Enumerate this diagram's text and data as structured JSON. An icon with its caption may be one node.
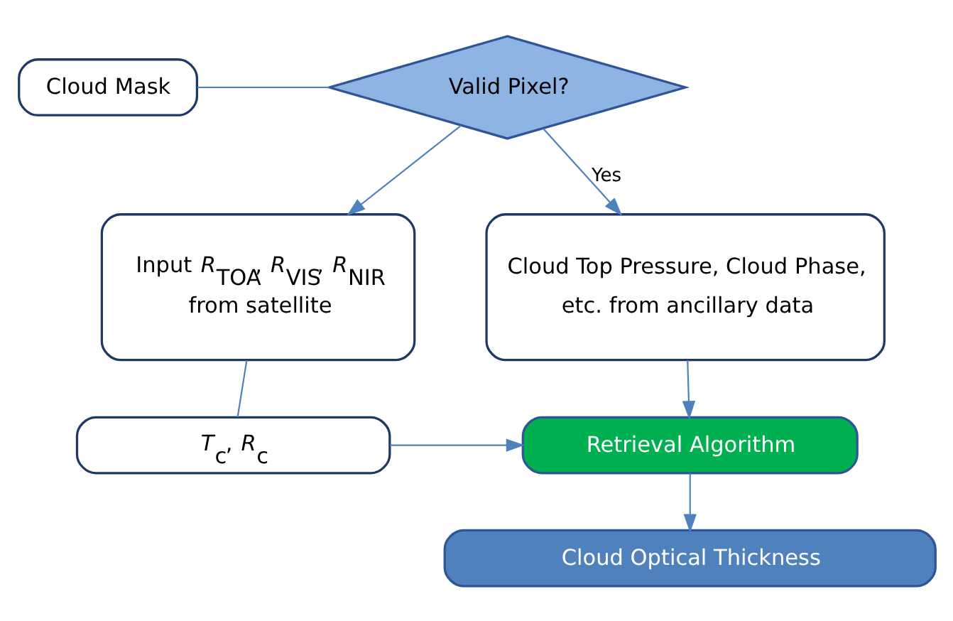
{
  "diagram": {
    "nodes": [
      {
        "text": [
          "Cloud Mask"
        ]
      },
      {
        "text": [
          "Valid Pixel?"
        ]
      },
      {
        "text": [
          "Input *R*$_{TOA}$, *R*$_{VIS}$, *R*$_{NIR}$ from satellite"
        ]
      },
      {
        "text": [
          "Cloud Top Pressure, Cloud Phase, etc. from ancillary data"
        ]
      },
      {
        "text": [
          "*T*$_{c}$, *R*$_{c}$"
        ]
      },
      {
        "text": [
          "Retrieval Algorithm"
        ]
      },
      {
        "text": [
          "Cloud Optical Thickness"
        ]
      }
    ],
    "edges": [
      {
        "from": 0,
        "to": 1,
        "arrow": "none"
      },
      {
        "from": 1,
        "to": 2,
        "arrow": "to"
      },
      {
        "from": 1,
        "to": 3,
        "arrow": "to",
        "label": "Yes"
      },
      {
        "from": 2,
        "to": 4,
        "arrow": "none"
      },
      {
        "from": 4,
        "to": 5,
        "arrow": "to"
      },
      {
        "from": 3,
        "to": 5,
        "arrow": "to"
      },
      {
        "from": 5,
        "to": 6,
        "arrow": "to"
      }
    ]
  }
}
